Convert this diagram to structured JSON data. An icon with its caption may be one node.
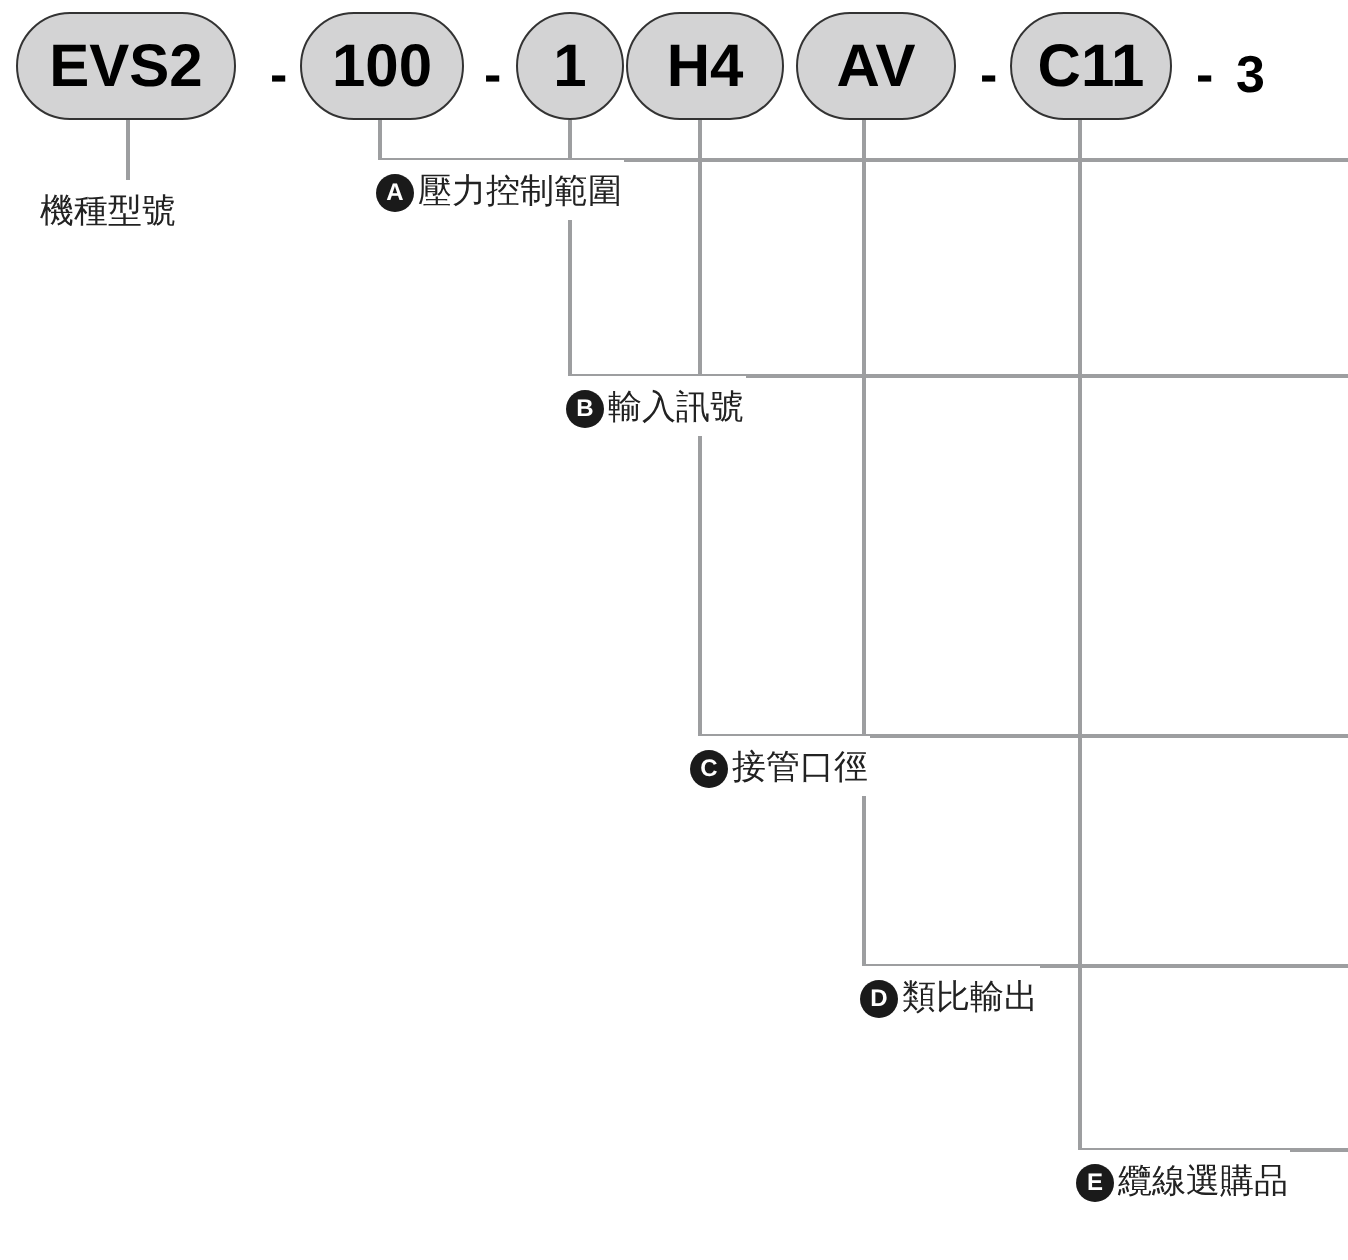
{
  "diagram": {
    "nodes": [
      {
        "text": [
          "EVS2"
        ]
      },
      {
        "text": [
          "100"
        ]
      },
      {
        "text": [
          "1"
        ]
      },
      {
        "text": [
          "H4"
        ]
      },
      {
        "text": [
          "AV"
        ]
      },
      {
        "text": [
          "C11"
        ]
      },
      {
        "text": [
          "機種型號"
        ]
      },
      {
        "text": [
          "A",
          "壓力控制範圍"
        ]
      },
      {
        "text": [
          "B",
          "輸入訊號"
        ]
      },
      {
        "text": [
          "C",
          "接管口徑"
        ]
      },
      {
        "text": [
          "D",
          "類比輸出"
        ]
      },
      {
        "text": [
          "E",
          "纜線選購品"
        ]
      }
    ],
    "edges": [
      {
        "from": 0,
        "to": 6,
        "arrow": "none"
      },
      {
        "from": 1,
        "to": 7,
        "arrow": "none"
      },
      {
        "from": 2,
        "to": 8,
        "arrow": "none"
      },
      {
        "from": 3,
        "to": 9,
        "arrow": "none"
      },
      {
        "from": 4,
        "to": 10,
        "arrow": "none"
      },
      {
        "from": 5,
        "to": 11,
        "arrow": "none"
      }
    ],
    "labels": [
      "-",
      "-",
      "-",
      "-",
      "3"
    ]
  }
}
